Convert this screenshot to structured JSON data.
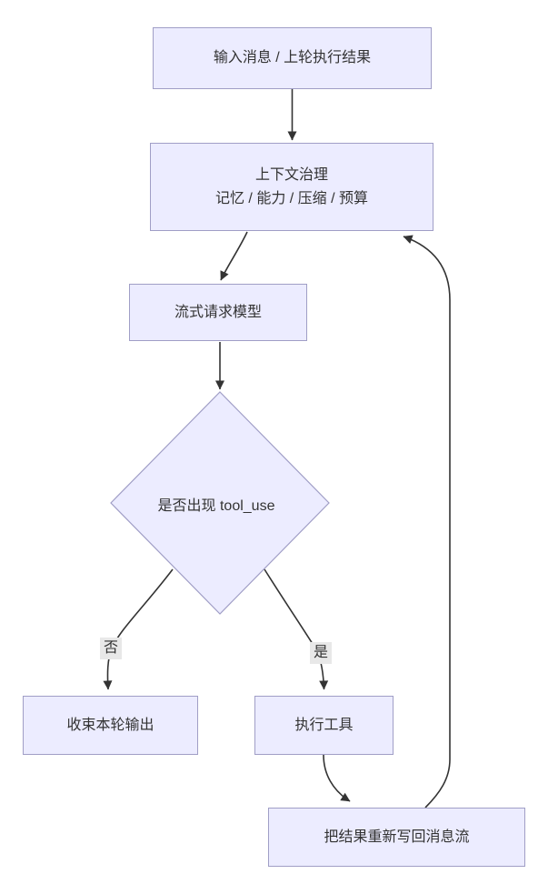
{
  "diagram": {
    "type": "flowchart",
    "direction": "top-down",
    "colors": {
      "canvas-bg": "#ffffff",
      "node-fill": "#ececff",
      "node-border": "#a09ec6",
      "edge-color": "#333333",
      "text-color": "#333333",
      "edge-label-bg": "#e8e8e8"
    },
    "nodes": {
      "input": {
        "label": "输入消息 / 上轮执行结果"
      },
      "context": {
        "line1": "上下文治理",
        "line2": "记忆 / 能力 / 压缩 / 预算"
      },
      "stream": {
        "label": "流式请求模型"
      },
      "decision": {
        "label": "是否出现 tool_use"
      },
      "finish": {
        "label": "收束本轮输出"
      },
      "tool": {
        "label": "执行工具"
      },
      "writeback": {
        "label": "把结果重新写回消息流"
      }
    },
    "edge_labels": {
      "no": "否",
      "yes": "是"
    },
    "edges": [
      {
        "from": "input",
        "to": "context",
        "label": ""
      },
      {
        "from": "context",
        "to": "stream",
        "label": ""
      },
      {
        "from": "stream",
        "to": "decision",
        "label": ""
      },
      {
        "from": "decision",
        "to": "finish",
        "label": "否"
      },
      {
        "from": "decision",
        "to": "tool",
        "label": "是"
      },
      {
        "from": "tool",
        "to": "writeback",
        "label": ""
      },
      {
        "from": "writeback",
        "to": "context",
        "label": ""
      }
    ]
  }
}
